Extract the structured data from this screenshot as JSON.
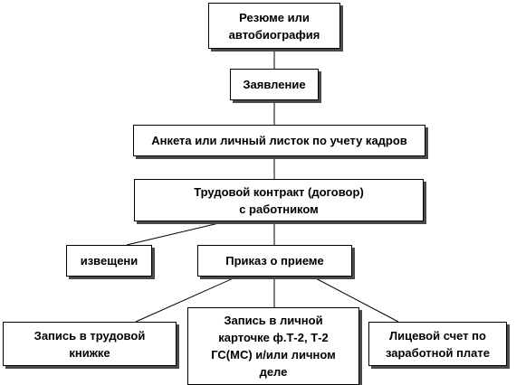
{
  "diagram": {
    "nodes": {
      "resume": {
        "line1": "Резюме или",
        "line2": "автобиография"
      },
      "zayavlenie": {
        "label": "Заявление"
      },
      "anketa": {
        "label": "Анкета или личный листок по учету кадров"
      },
      "contract": {
        "line1": "Трудовой контракт (договор)",
        "line2": "с работником"
      },
      "izvescheni": {
        "label": "извещени"
      },
      "prikaz": {
        "label": "Приказ о приеме"
      },
      "zapis_trudovoy": {
        "line1": "Запись в трудовой",
        "line2": "книжке"
      },
      "zapis_lichnoy": {
        "line1": "Запись в личной",
        "line2": "карточке ф.Т-2, Т-2",
        "line3": "ГС(МС) и/или личном",
        "line4": "деле"
      },
      "licevoy_schet": {
        "line1": "Лицевой счет по",
        "line2": "заработной плате"
      }
    },
    "edges": [
      [
        "resume",
        "zayavlenie"
      ],
      [
        "zayavlenie",
        "anketa"
      ],
      [
        "anketa",
        "contract"
      ],
      [
        "contract",
        "izvescheni"
      ],
      [
        "contract",
        "prikaz"
      ],
      [
        "prikaz",
        "zapis_trudovoy"
      ],
      [
        "prikaz",
        "zapis_lichnoy"
      ],
      [
        "prikaz",
        "licevoy_schet"
      ]
    ]
  }
}
